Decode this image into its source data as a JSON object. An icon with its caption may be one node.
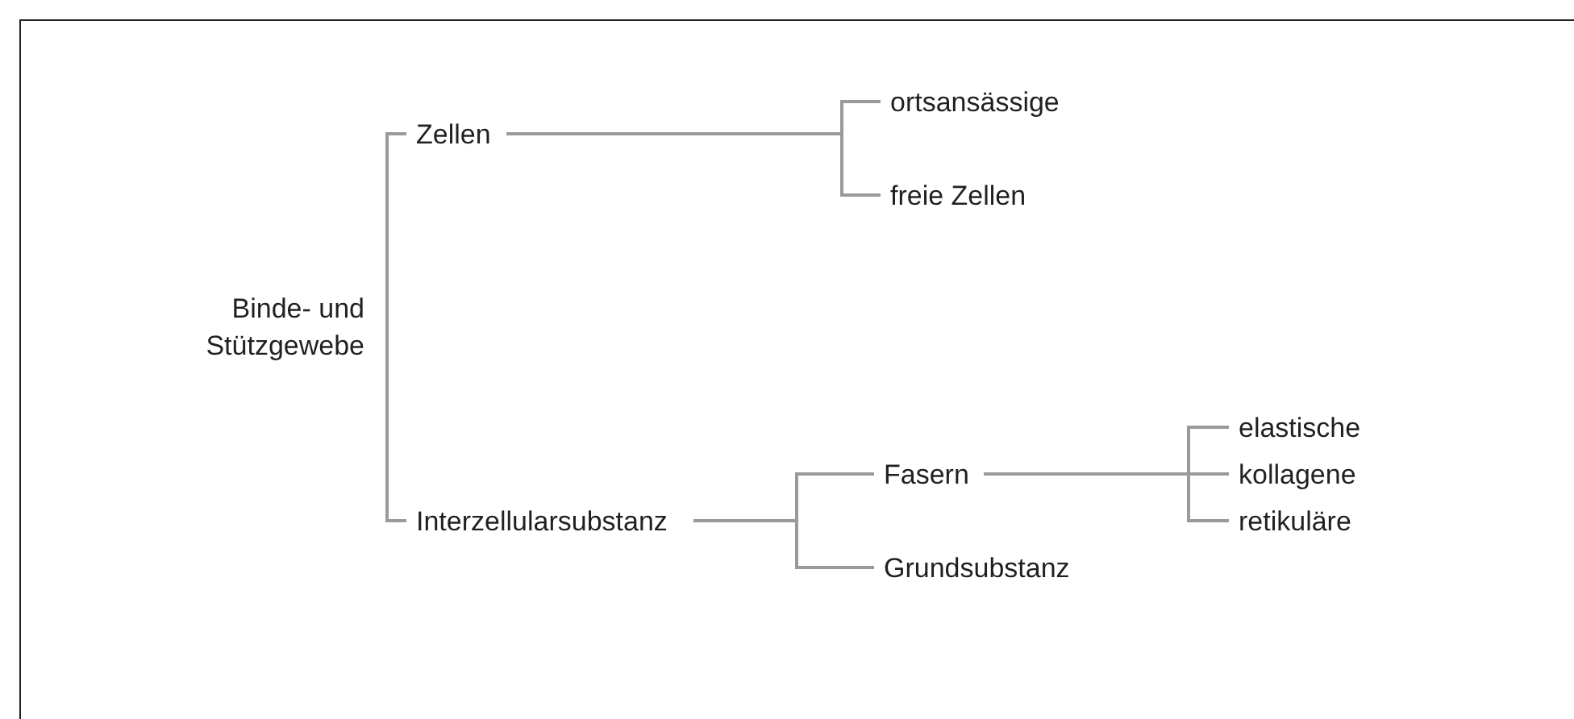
{
  "diagram": {
    "nodes": [
      {
        "text": [
          "Binde- und Stützgewebe"
        ]
      },
      {
        "text": [
          "Zellen"
        ]
      },
      {
        "text": [
          "ortsansässige"
        ]
      },
      {
        "text": [
          "freie Zellen"
        ]
      },
      {
        "text": [
          "Interzellularsubstanz"
        ]
      },
      {
        "text": [
          "Fasern"
        ]
      },
      {
        "text": [
          "Grundsubstanz"
        ]
      },
      {
        "text": [
          "elastische"
        ]
      },
      {
        "text": [
          "kollagene"
        ]
      },
      {
        "text": [
          "retikuläre"
        ]
      }
    ],
    "edges": [
      {
        "from": 0,
        "to": 1,
        "arrow": "none"
      },
      {
        "from": 0,
        "to": 4,
        "arrow": "none"
      },
      {
        "from": 1,
        "to": 2,
        "arrow": "none"
      },
      {
        "from": 1,
        "to": 3,
        "arrow": "none"
      },
      {
        "from": 4,
        "to": 5,
        "arrow": "none"
      },
      {
        "from": 4,
        "to": 6,
        "arrow": "none"
      },
      {
        "from": 5,
        "to": 7,
        "arrow": "none"
      },
      {
        "from": 5,
        "to": 8,
        "arrow": "none"
      },
      {
        "from": 5,
        "to": 9,
        "arrow": "none"
      }
    ]
  }
}
